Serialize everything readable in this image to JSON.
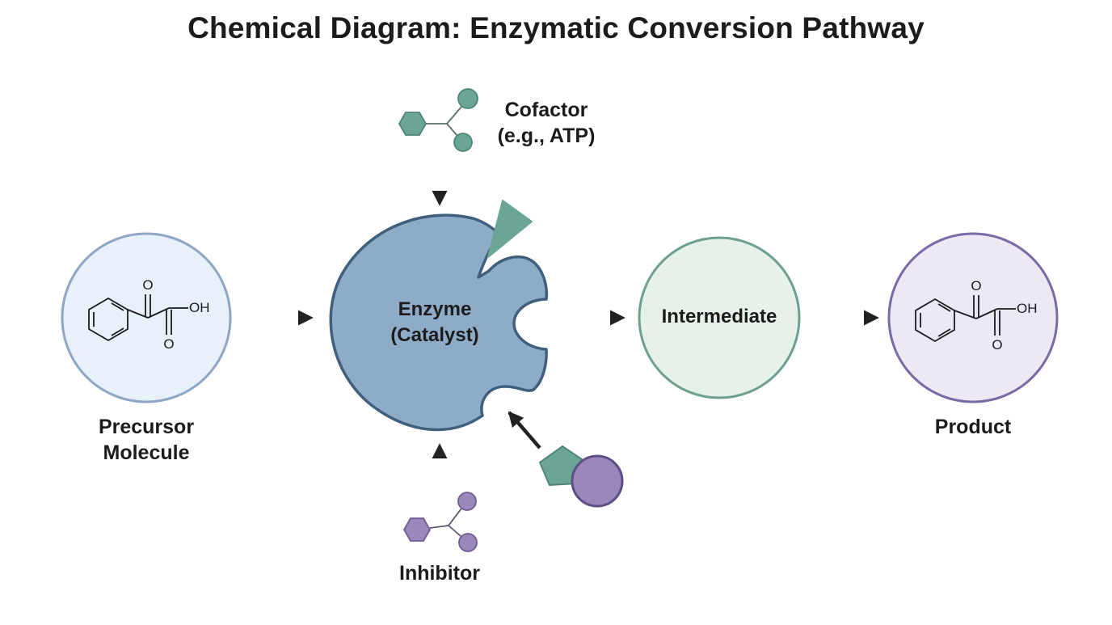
{
  "title": "Chemical Diagram: Enzymatic Conversion Pathway",
  "nodes": {
    "precursor": {
      "line1": "Precursor",
      "line2": "Molecule"
    },
    "enzyme": {
      "line1": "Enzyme",
      "line2": "(Catalyst)"
    },
    "intermediate": {
      "label": "Intermediate"
    },
    "product": {
      "label": "Product"
    },
    "cofactor": {
      "line1": "Cofactor",
      "line2": "(e.g., ATP)"
    },
    "inhibitor": {
      "label": "Inhibitor"
    }
  },
  "structure_atoms": {
    "carbonyl_o": "O",
    "acid_oh": "OH",
    "acid_o": "O"
  },
  "colors": {
    "precursor_fill": "#e8f0fa",
    "precursor_stroke": "#8fa6c4",
    "enzyme_fill": "#8eacc8",
    "enzyme_stroke": "#3f5f7d",
    "intermediate_fill": "#e6f1ea",
    "intermediate_stroke": "#6f9f8f",
    "product_fill": "#ece8f4",
    "product_stroke": "#7a6aa6",
    "cofactor": "#6aa596",
    "inhibitor": "#9a88bb",
    "arrow": "#222222"
  }
}
